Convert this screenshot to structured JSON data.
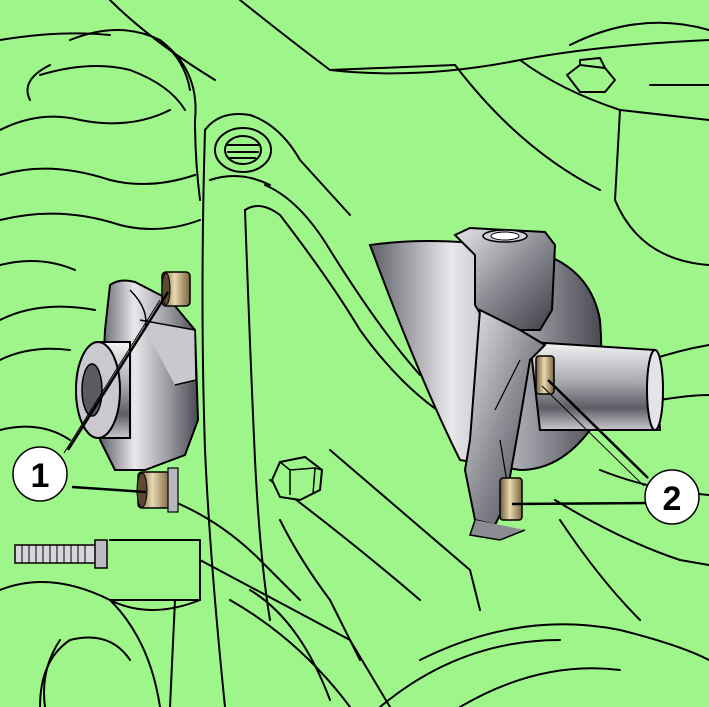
{
  "diagram": {
    "background_color": "#9ef58a",
    "line_color": "#000000",
    "callouts": [
      {
        "id": "callout-1",
        "label": "1"
      },
      {
        "id": "callout-2",
        "label": "2"
      }
    ]
  }
}
